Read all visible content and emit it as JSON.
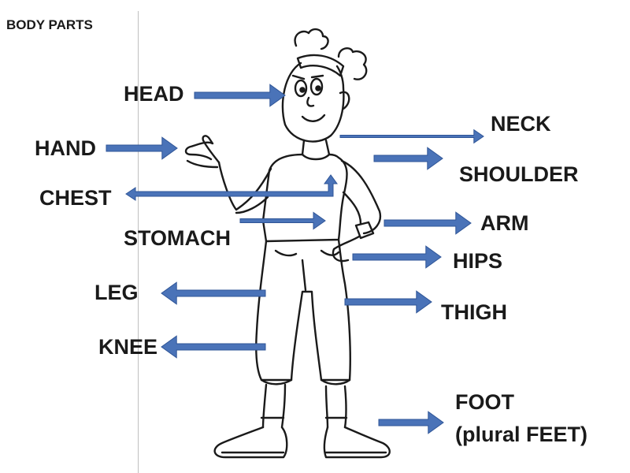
{
  "title": "BODY PARTS",
  "labels": {
    "head": "HEAD",
    "neck": "NECK",
    "hand": "HAND",
    "shoulder": "SHOULDER",
    "chest": "CHEST",
    "stomach": "STOMACH",
    "arm": "ARM",
    "hips": "HIPS",
    "leg": "LEG",
    "thigh": "THIGH",
    "knee": "KNEE",
    "foot": "FOOT",
    "foot_plural": "(plural FEET)"
  },
  "colors": {
    "arrow_fill": "#4a73b8",
    "arrow_stroke": "#2f5597",
    "ink": "#1a1a1a"
  }
}
